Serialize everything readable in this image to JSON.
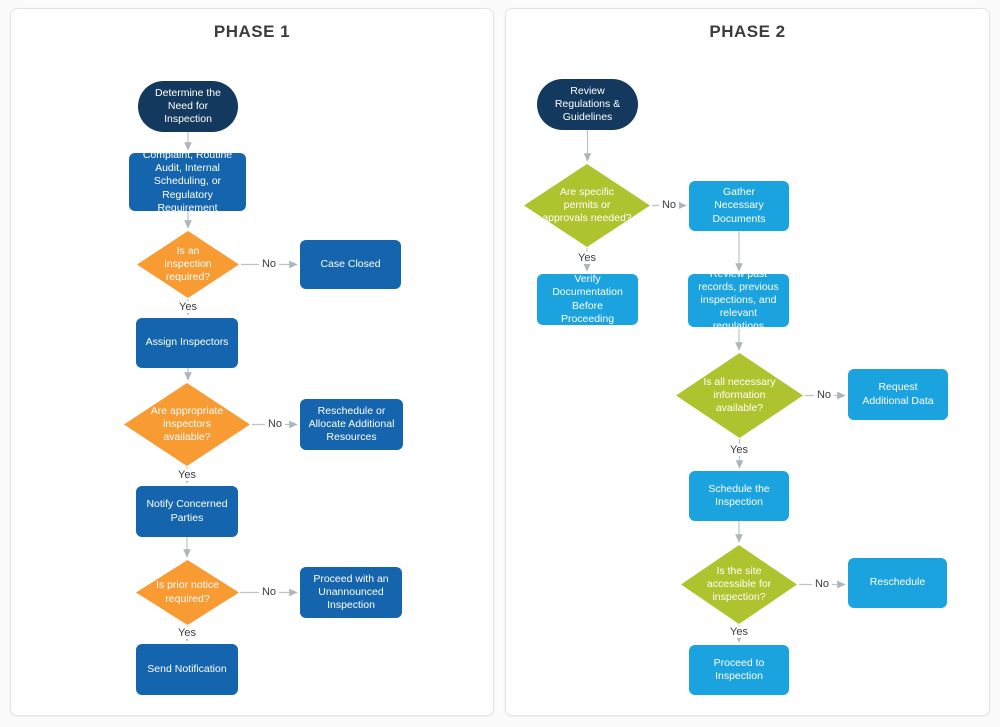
{
  "colors": {
    "navy": "#14395E",
    "blue": "#1565AE",
    "orange": "#F89B33",
    "lightblue": "#1BA3DF",
    "green": "#AFC32F",
    "arrow": "#B6BCC2",
    "label-text": "#3D3D3D",
    "title-text": "#3C3C3C",
    "panel-border": "#E4E4E4",
    "page-bg": "#FBFBFB"
  },
  "labels": {
    "yes": "Yes",
    "no": "No"
  },
  "phase1": {
    "title": "PHASE 1",
    "nodes": [
      {
        "label": "Determine the Need for Inspection",
        "type": "terminator"
      },
      {
        "label": "Complaint, Routine Audit, Internal Scheduling, or Regulatory Requirement",
        "type": "process"
      },
      {
        "label": "Is an inspection required?",
        "type": "decision"
      },
      {
        "label": "Case Closed",
        "type": "process"
      },
      {
        "label": "Assign Inspectors",
        "type": "process"
      },
      {
        "label": "Are appropriate inspectors available?",
        "type": "decision"
      },
      {
        "label": "Reschedule or Allocate Additional Resources",
        "type": "process"
      },
      {
        "label": "Notify Concerned Parties",
        "type": "process"
      },
      {
        "label": "Is prior notice required?",
        "type": "decision"
      },
      {
        "label": "Proceed with an Unannounced Inspection",
        "type": "process"
      },
      {
        "label": "Send Notification",
        "type": "process"
      }
    ]
  },
  "phase2": {
    "title": "PHASE 2",
    "nodes": [
      {
        "label": "Review Regulations & Guidelines",
        "type": "terminator"
      },
      {
        "label": "Are specific permits or approvals needed?",
        "type": "decision"
      },
      {
        "label": "Gather Necessary Documents",
        "type": "process"
      },
      {
        "label": "Verify Documentation Before Proceeding",
        "type": "process"
      },
      {
        "label": "Review past records, previous inspections, and relevant regulations",
        "type": "process"
      },
      {
        "label": "Is all necessary information available?",
        "type": "decision"
      },
      {
        "label": "Request Additional Data",
        "type": "process"
      },
      {
        "label": "Schedule the Inspection",
        "type": "process"
      },
      {
        "label": "Is the site accessible for inspection?",
        "type": "decision"
      },
      {
        "label": "Reschedule",
        "type": "process"
      },
      {
        "label": "Proceed to Inspection",
        "type": "process"
      }
    ]
  }
}
